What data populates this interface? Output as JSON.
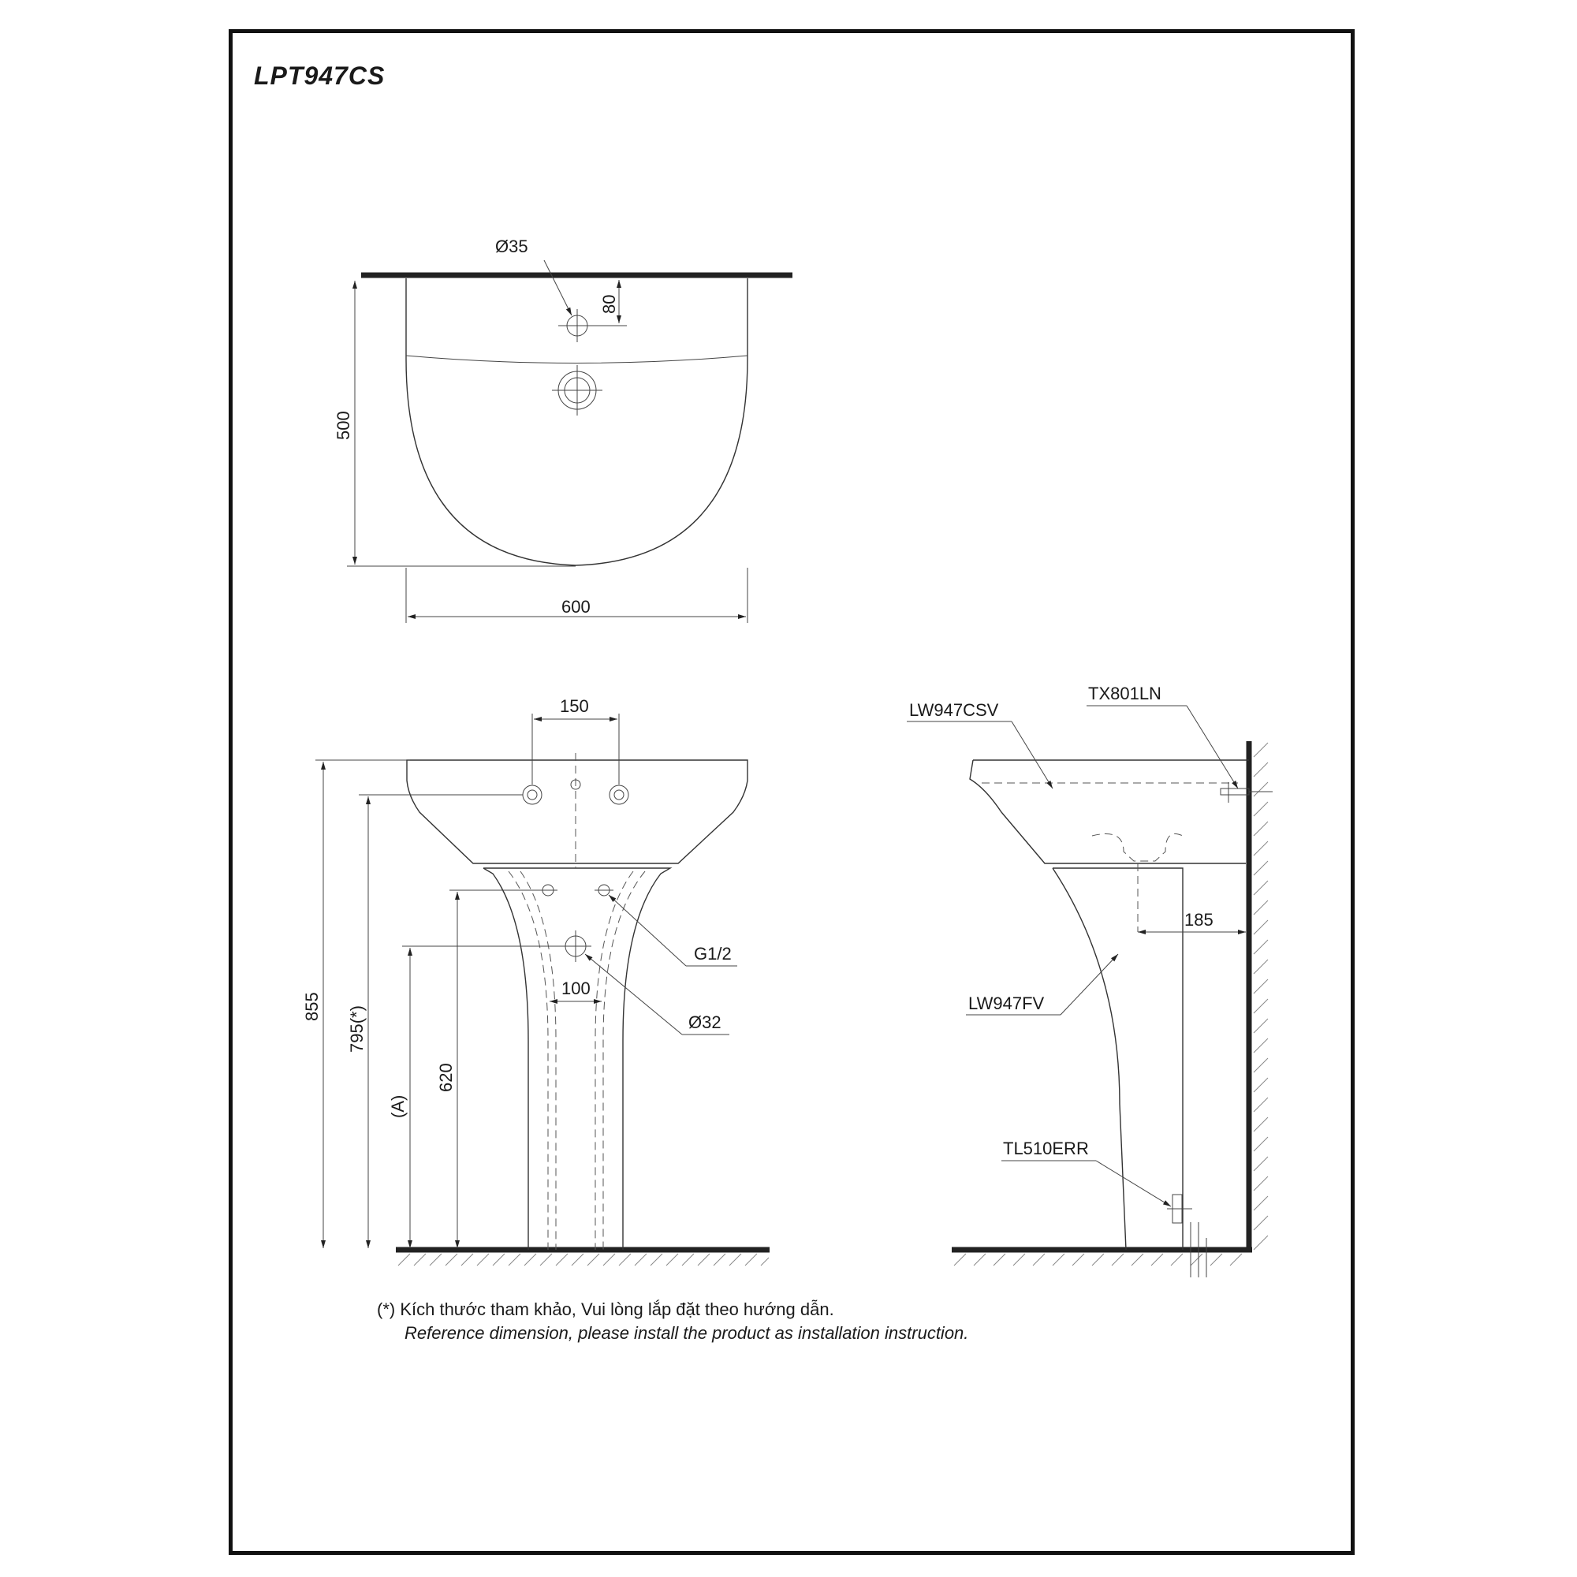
{
  "title": "LPT947CS",
  "top_view": {
    "dim_hole_dia": "Ø35",
    "dim_hole_offset": "80",
    "dim_depth": "500",
    "dim_width": "600"
  },
  "front_view": {
    "dim_tap_spacing": "150",
    "dim_total_height": "855",
    "dim_rim_height": "795(*)",
    "dim_a": "(A)",
    "dim_supply_height": "620",
    "dim_supply_spacing": "100",
    "label_supply": "G1/2",
    "label_drain": "Ø32"
  },
  "side_view": {
    "label_basin": "LW947CSV",
    "label_waste": "TX801LN",
    "label_pedestal": "LW947FV",
    "label_trap": "TL510ERR",
    "dim_wall_offset": "185"
  },
  "note": {
    "vi": "(*) Kích thước tham khảo, Vui lòng lắp đặt theo hướng dẫn.",
    "en": "Reference dimension, please install the product as installation instruction."
  }
}
